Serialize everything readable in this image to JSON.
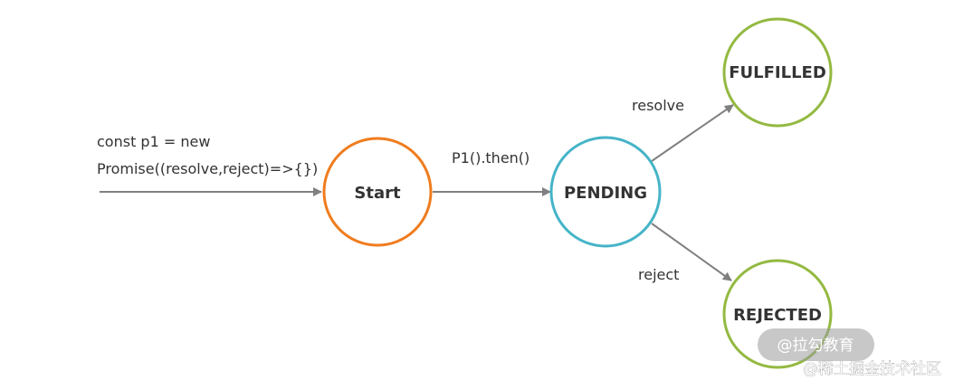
{
  "nodes": {
    "start": {
      "label": "Start",
      "color": "#f07c1e"
    },
    "pending": {
      "label": "PENDING",
      "color": "#45b4c8"
    },
    "fulfilled": {
      "label": "FULFILLED",
      "color": "#93b941"
    },
    "rejected": {
      "label": "REJECTED",
      "color": "#93b941"
    }
  },
  "edges": {
    "create": {
      "line1": "const p1 = new",
      "line2": "Promise((resolve,reject)=>{})"
    },
    "then": {
      "label": "P1().then()"
    },
    "resolve": {
      "label": "resolve"
    },
    "reject": {
      "label": "reject"
    }
  },
  "watermarks": {
    "lagou": "@拉勾教育",
    "juejin": "@稀土掘金技术社区"
  }
}
